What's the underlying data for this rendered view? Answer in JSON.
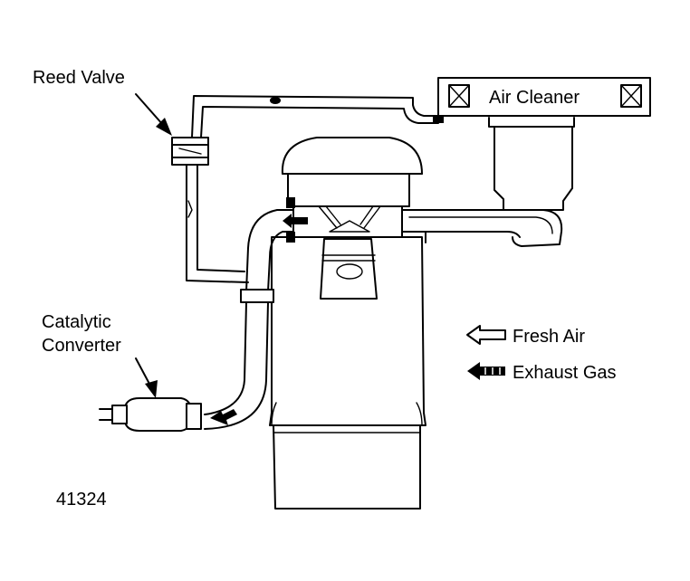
{
  "labels": {
    "reed_valve": "Reed Valve",
    "air_cleaner": "Air Cleaner",
    "catalytic_line1": "Catalytic",
    "catalytic_line2": "Converter",
    "fresh_air": "Fresh Air",
    "exhaust_gas": "Exhaust Gas",
    "figure_number": "41324"
  },
  "icons": {
    "air_cleaner_left": "x-box-icon",
    "air_cleaner_right": "x-box-icon",
    "fresh_air": "hollow-arrow-left-icon",
    "exhaust_gas": "hatched-arrow-left-icon"
  },
  "colors": {
    "ink": "#000000",
    "paper": "#ffffff"
  }
}
